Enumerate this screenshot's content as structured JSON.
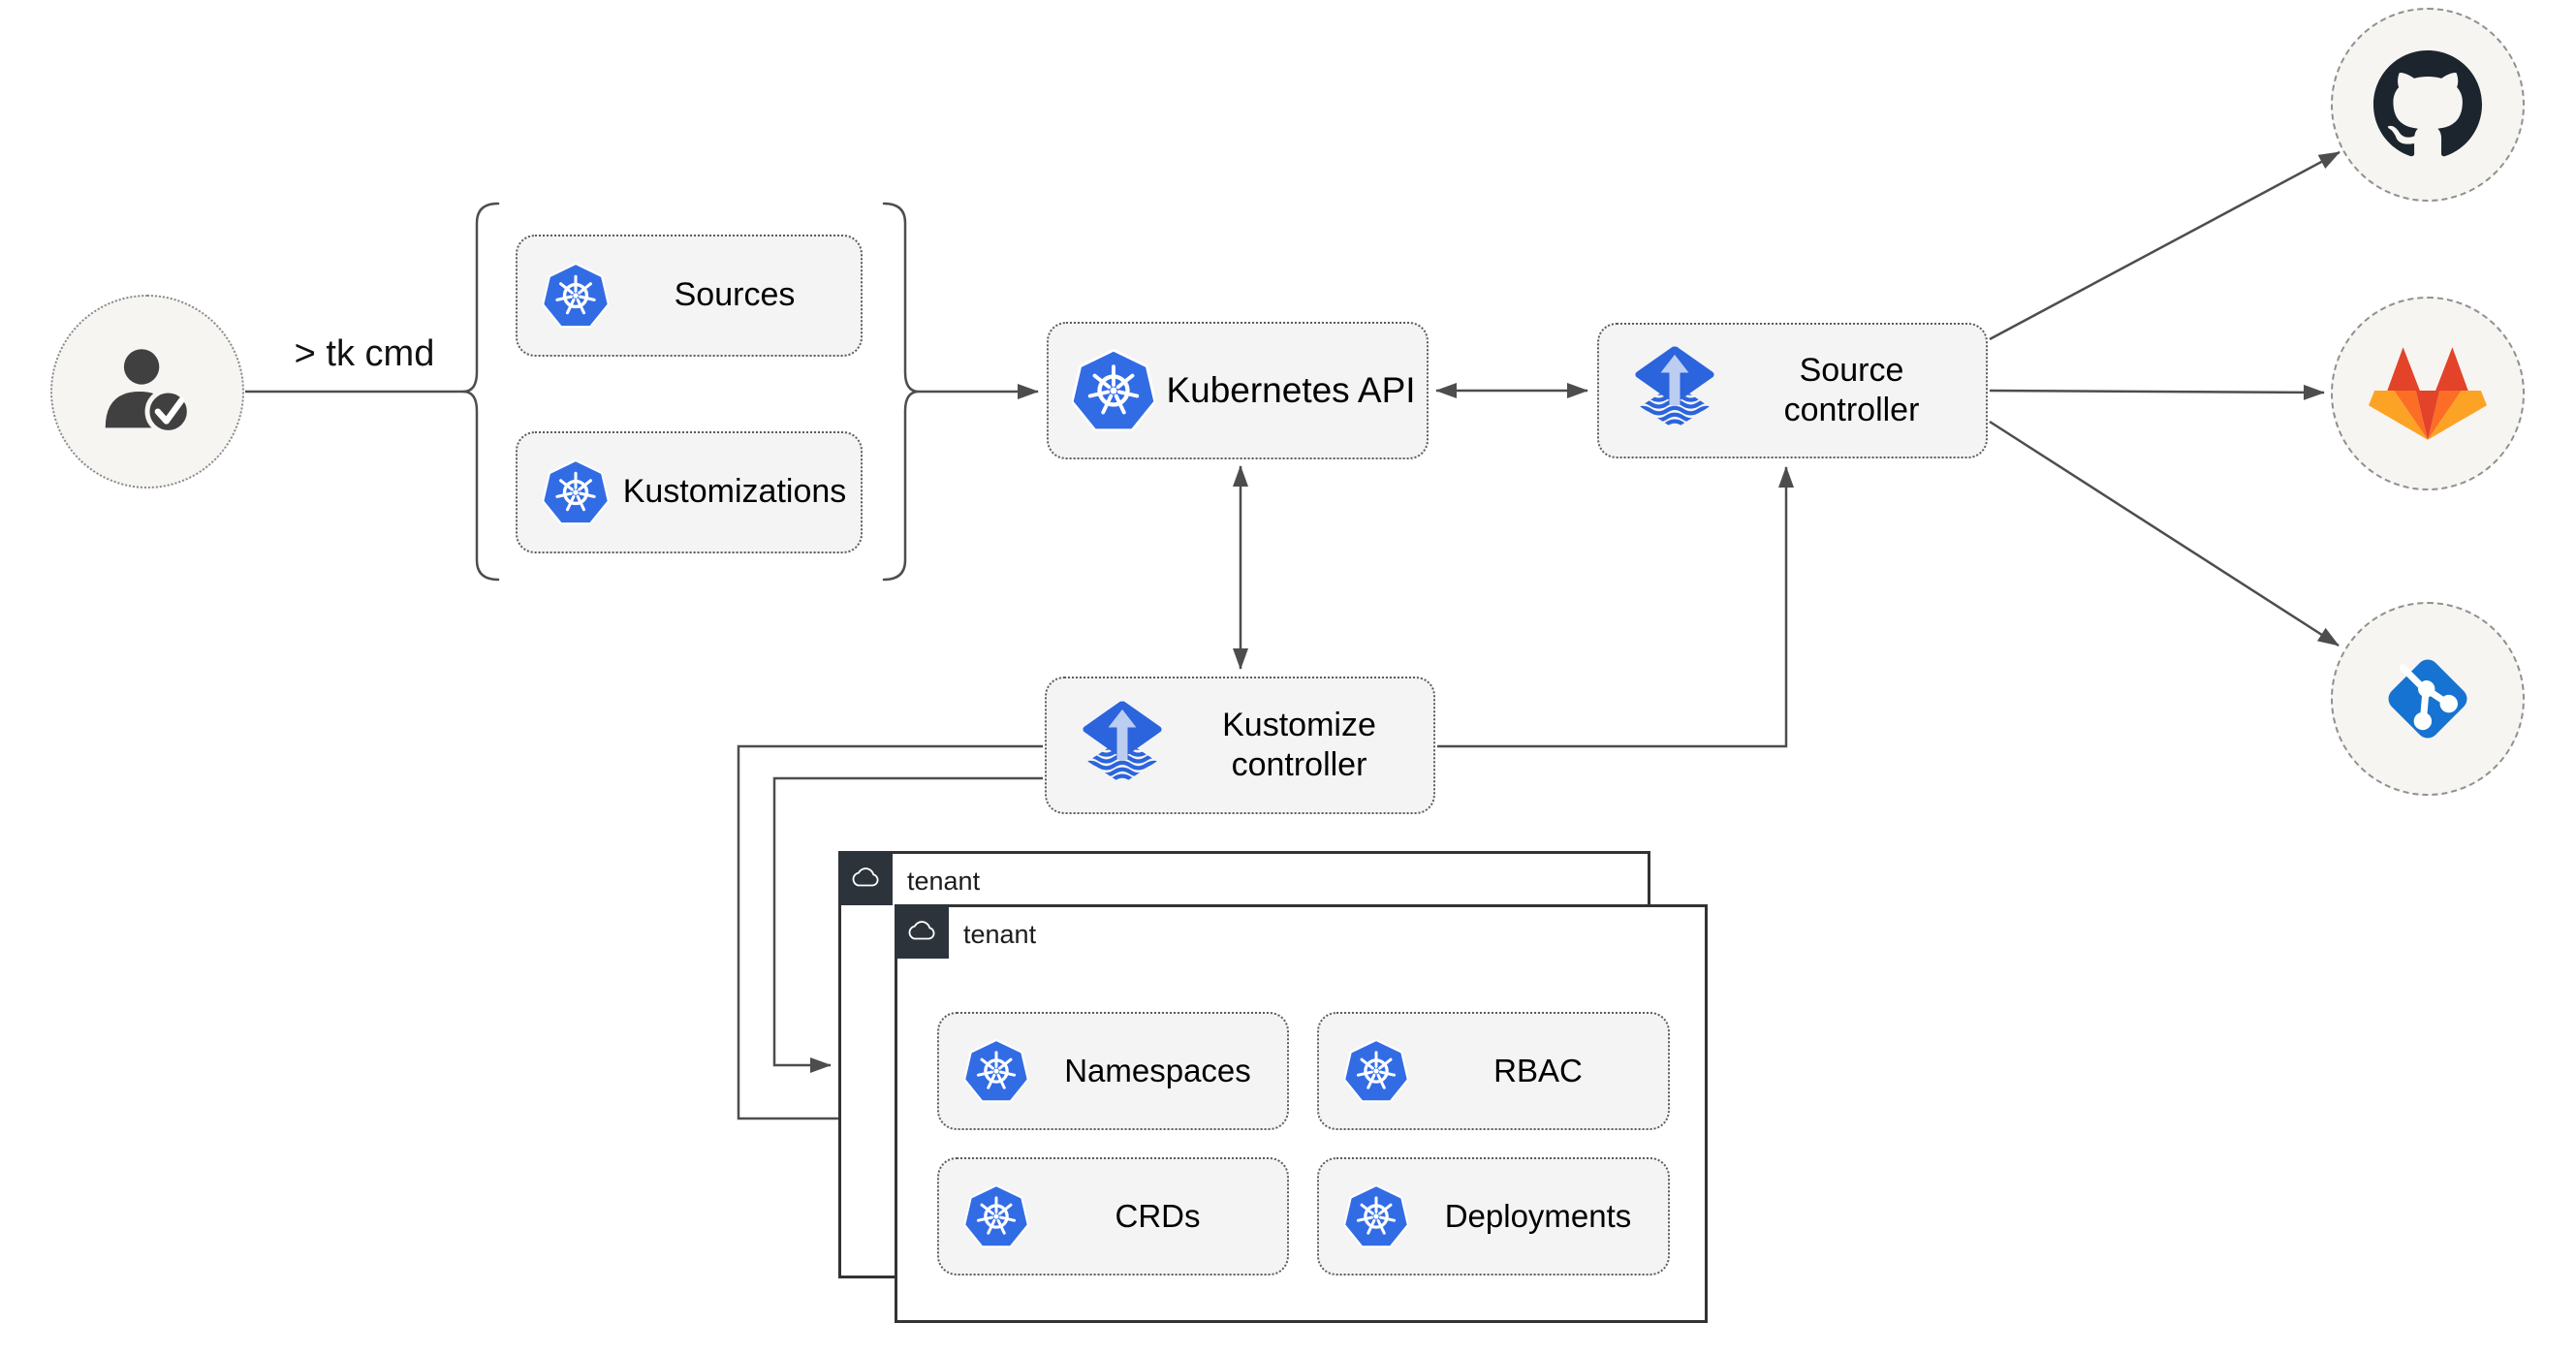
{
  "nodes": {
    "user_cmd": "> tk cmd",
    "sources": "Sources",
    "kustomizations": "Kustomizations",
    "kubernetes_api": "Kubernetes API",
    "source_controller": "Source controller",
    "kustomize_controller": "Kustomize controller",
    "namespaces": "Namespaces",
    "rbac": "RBAC",
    "crds": "CRDs",
    "deployments": "Deployments"
  },
  "tenants": {
    "back_label": "tenant",
    "front_label": "tenant"
  },
  "icons": {
    "user": "user-with-check",
    "kubernetes": "kubernetes-wheel",
    "flux": "flux-arrow-waves",
    "cloud": "cloud-outline",
    "github": "github-octocat",
    "gitlab": "gitlab-tanuki",
    "git": "git-branch-diamond"
  },
  "colors": {
    "kubernetes_blue": "#326ce5",
    "flux_blue": "#2b64dd",
    "flux_arrow_light": "#bccdf2",
    "box_fill": "#f4f4f4",
    "box_border": "#5c5c5c",
    "connector": "#4d4d4d",
    "window_border": "#333333",
    "titlebar_bg": "#2d333b",
    "github_dark": "#1c252e",
    "gitlab_red": "#e24329",
    "gitlab_orange": "#fc6d26",
    "gitlab_light_orange": "#fca326",
    "git_blue": "#1673d1",
    "circle_fill": "#f7f5f1",
    "person_gray": "#404040"
  }
}
